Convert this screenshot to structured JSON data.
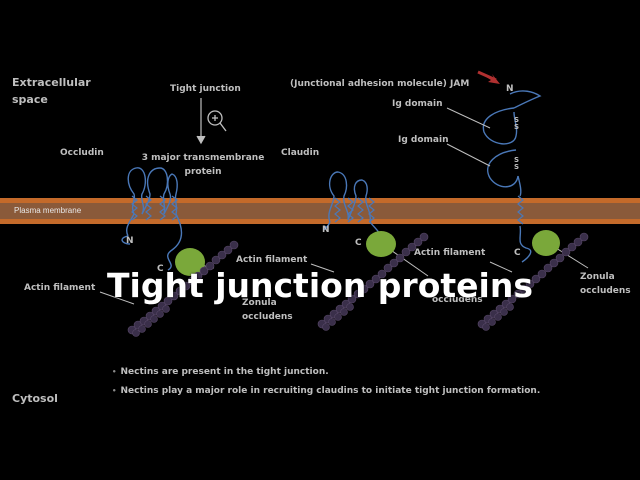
{
  "regions": {
    "extracellular": "Extracellular\nspace",
    "cytosol": "Cytosol",
    "membrane": "Plasma membrane"
  },
  "labels": {
    "tight_junction": "Tight junction",
    "transmembrane": "3 major transmembrane\nprotein",
    "occludin": "Occludin",
    "claudin": "Claudin",
    "jam": "(Junctional adhesion molecule) JAM",
    "ig_domain_1": "Ig domain",
    "ig_domain_2": "Ig domain",
    "n_jam": "N",
    "n_occludin": "N",
    "c_occludin": "C",
    "n_claudin": "N",
    "c_claudin": "C",
    "c_jam": "C",
    "ss_1": "S\nS",
    "ss_2": "S\nS",
    "actin_1": "Actin filament",
    "actin_2": "Actin filament",
    "actin_3": "Actin filament",
    "zo_1": "Zonula\noccludens",
    "zo_2": "occludens",
    "zo_3": "Zonula\noccludens"
  },
  "title": "Tight junction proteins",
  "bullets": [
    "Nectins are present in the tight junction.",
    "Nectins play a major role in recruiting claudins to initiate tight junction formation."
  ],
  "colors": {
    "background": "#000000",
    "membrane": "#c46a2a",
    "membrane_inner": "#8a5a3a",
    "protein": "#4a78b8",
    "zonula": "#7aa83a",
    "actin": "#3a2f4a",
    "arrow_red": "#b03030"
  }
}
